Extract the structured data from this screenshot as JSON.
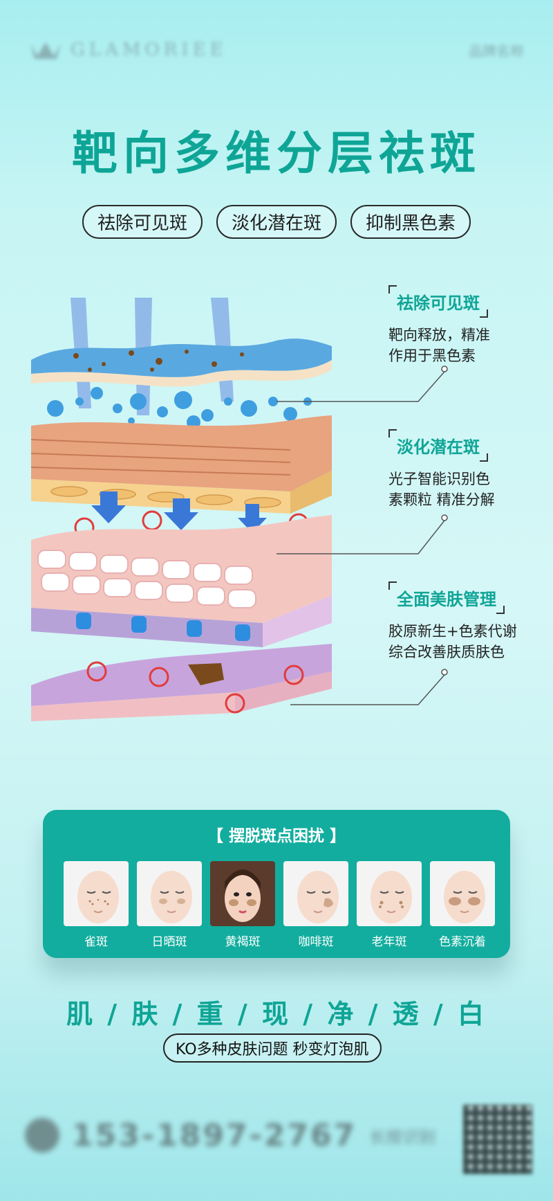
{
  "header": {
    "brand": "GLAMORIEE",
    "right_text": "品牌名称"
  },
  "title": "靶向多维分层祛斑",
  "pills": [
    "祛除可见斑",
    "淡化潜在斑",
    "抑制黑色素"
  ],
  "callouts": [
    {
      "title": "祛除可见斑",
      "line1": "靶向释放，精准",
      "line2": "作用于黑色素"
    },
    {
      "title": "淡化潜在斑",
      "line1": "光子智能识别色",
      "line2": "素颗粒 精准分解"
    },
    {
      "title": "全面美肤管理",
      "line1": "胶原新生+色素代谢",
      "line2": "综合改善肤质肤色"
    }
  ],
  "panel": {
    "title": "【 摆脱斑点困扰 】",
    "items": [
      {
        "label": "雀斑",
        "icon": "freckles-face-icon"
      },
      {
        "label": "日晒斑",
        "icon": "sunspot-face-icon"
      },
      {
        "label": "黄褐斑",
        "icon": "melasma-face-icon"
      },
      {
        "label": "咖啡斑",
        "icon": "cafe-au-lait-face-icon"
      },
      {
        "label": "老年斑",
        "icon": "age-spot-face-icon"
      },
      {
        "label": "色素沉着",
        "icon": "pigmentation-face-icon"
      }
    ]
  },
  "bottom": {
    "title": "肌 / 肤 / 重 / 现 / 净 / 透 / 白",
    "subtitle": "KO多种皮肤问题 秒变灯泡肌"
  },
  "contact": {
    "phone": "153-1897-2767",
    "extra": "长按识别"
  },
  "colors": {
    "accent": "#0fa596",
    "panel": "#12ad9e"
  }
}
